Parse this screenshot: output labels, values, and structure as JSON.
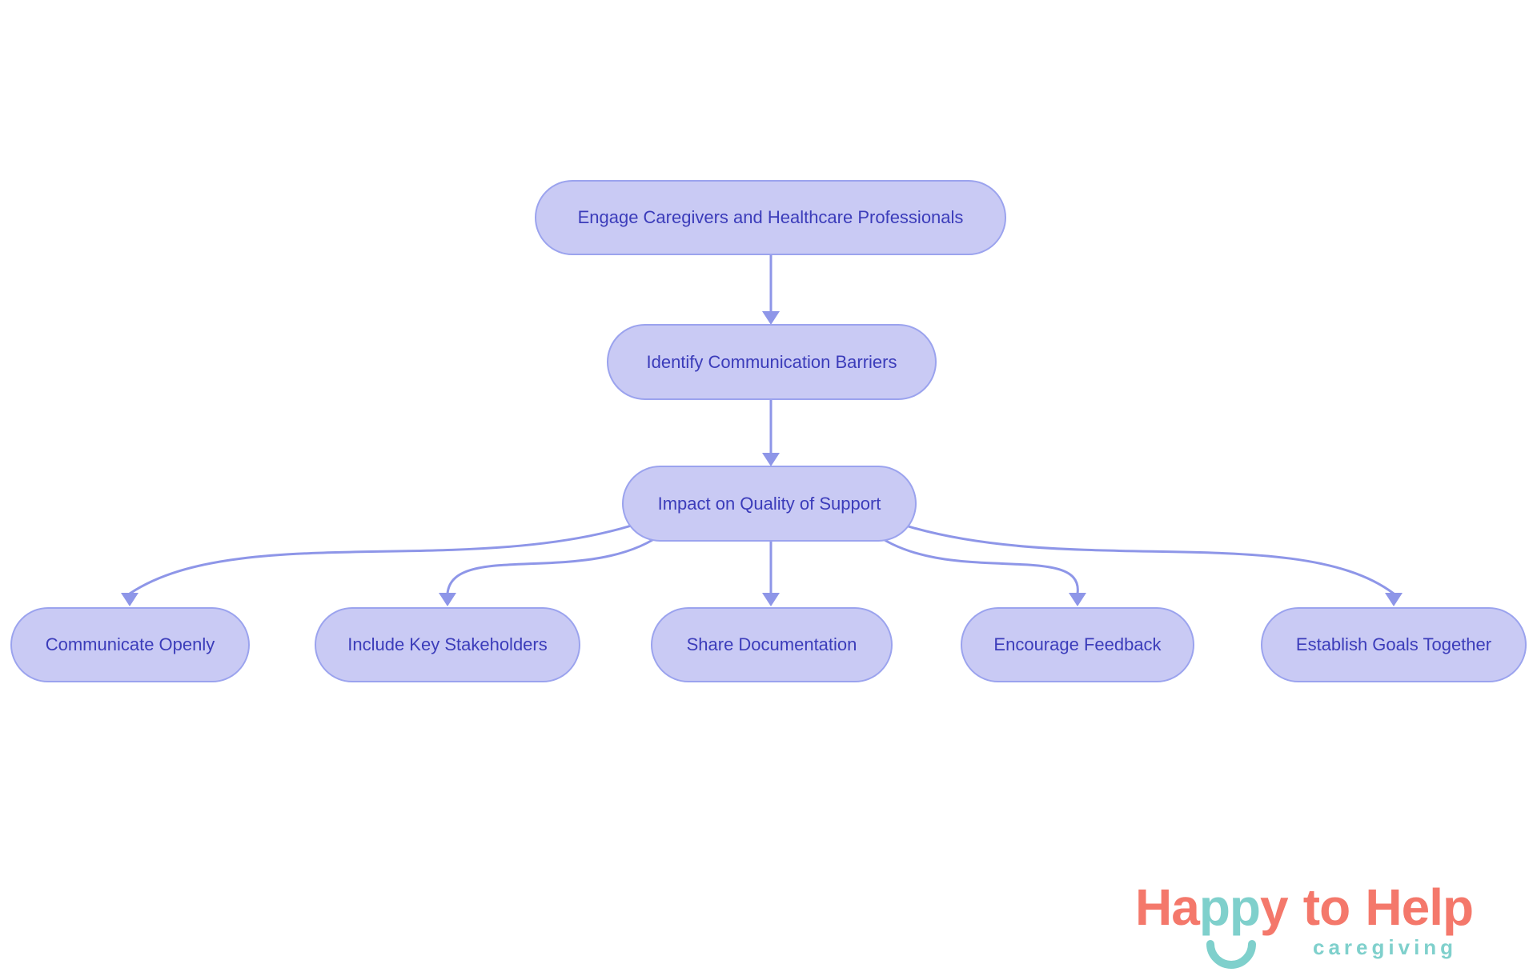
{
  "diagram": {
    "nodes": [
      {
        "id": "engage",
        "label": "Engage Caregivers and Healthcare Professionals"
      },
      {
        "id": "identify",
        "label": "Identify Communication Barriers"
      },
      {
        "id": "impact",
        "label": "Impact on Quality of Support"
      },
      {
        "id": "communicate",
        "label": "Communicate Openly"
      },
      {
        "id": "stakeholders",
        "label": "Include Key Stakeholders"
      },
      {
        "id": "documentation",
        "label": "Share Documentation"
      },
      {
        "id": "feedback",
        "label": "Encourage Feedback"
      },
      {
        "id": "goals",
        "label": "Establish Goals Together"
      }
    ],
    "edges": [
      {
        "from": "engage",
        "to": "identify"
      },
      {
        "from": "identify",
        "to": "impact"
      },
      {
        "from": "impact",
        "to": "communicate"
      },
      {
        "from": "impact",
        "to": "stakeholders"
      },
      {
        "from": "impact",
        "to": "documentation"
      },
      {
        "from": "impact",
        "to": "feedback"
      },
      {
        "from": "impact",
        "to": "goals"
      }
    ],
    "colors": {
      "node_fill": "#c9caf4",
      "node_border": "#9ba3ee",
      "node_text": "#3b3cba",
      "arrow": "#8e96e8",
      "background": "#ffffff"
    }
  },
  "logo": {
    "wordmark_parts": [
      {
        "text": "Ha",
        "color": "#f4786b"
      },
      {
        "text": "pp",
        "color": "#7fd0cc"
      },
      {
        "text": "y",
        "color": "#f4786b"
      },
      {
        "text": "to",
        "color": "#f4786b"
      },
      {
        "text": "Help",
        "color": "#f4786b"
      }
    ],
    "tagline": "caregiving",
    "colors": {
      "coral": "#f4786b",
      "teal": "#7fd0cc"
    }
  }
}
